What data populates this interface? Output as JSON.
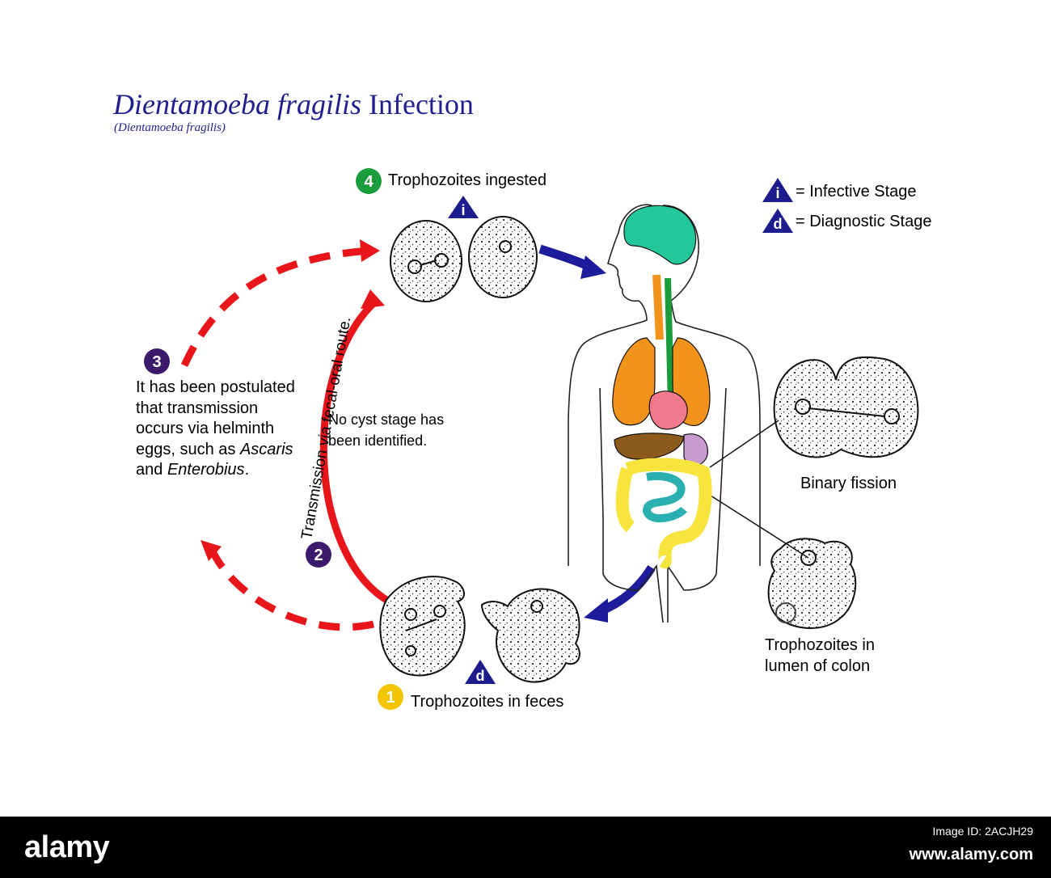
{
  "title": {
    "italic": "Dientamoeba fragilis",
    "rest": " Infection"
  },
  "subtitle": "(Dientamoeba fragilis)",
  "legend": {
    "infective_symbol": "i",
    "infective_label": "= Infective Stage",
    "diagnostic_symbol": "d",
    "diagnostic_label": "= Diagnostic Stage"
  },
  "stages": [
    {
      "number": "1",
      "label": "Trophozoites in feces",
      "color": "#f2c500",
      "marker": "d"
    },
    {
      "number": "2",
      "label": "Transmission via fecal-oral route.",
      "color": "#3c1a6b"
    },
    {
      "number": "3",
      "color": "#3c1a6b",
      "text": {
        "p1": "It has been postulated that transmission occurs via helminth eggs, such as ",
        "i1": "Ascaris",
        "p2": " and ",
        "i2": "Enterobius",
        "p3": "."
      }
    },
    {
      "number": "4",
      "label": "Trophozoites ingested",
      "color": "#1a9c3c",
      "marker": "i"
    }
  ],
  "notes": {
    "no_cyst_line1": "No cyst stage has",
    "no_cyst_line2": "been identified.",
    "binary_fission": "Binary fission",
    "lumen_line1": "Trophozoites in",
    "lumen_line2": "lumen of colon"
  },
  "colors": {
    "title": "#1f1f8f",
    "red_arrow": "#e8161b",
    "blue_arrow": "#1c1c9c",
    "triangle": "#1c1c8c",
    "brain": "#23c79a",
    "lungs": "#f2941c",
    "heart": "#f07a8c",
    "liver": "#8c5a1c",
    "colon": "#f7e43c",
    "small_intestine": "#2ab0b0"
  },
  "footer": {
    "logo": "alamy",
    "code": "Image ID: 2ACJH29",
    "site": "www.alamy.com"
  }
}
